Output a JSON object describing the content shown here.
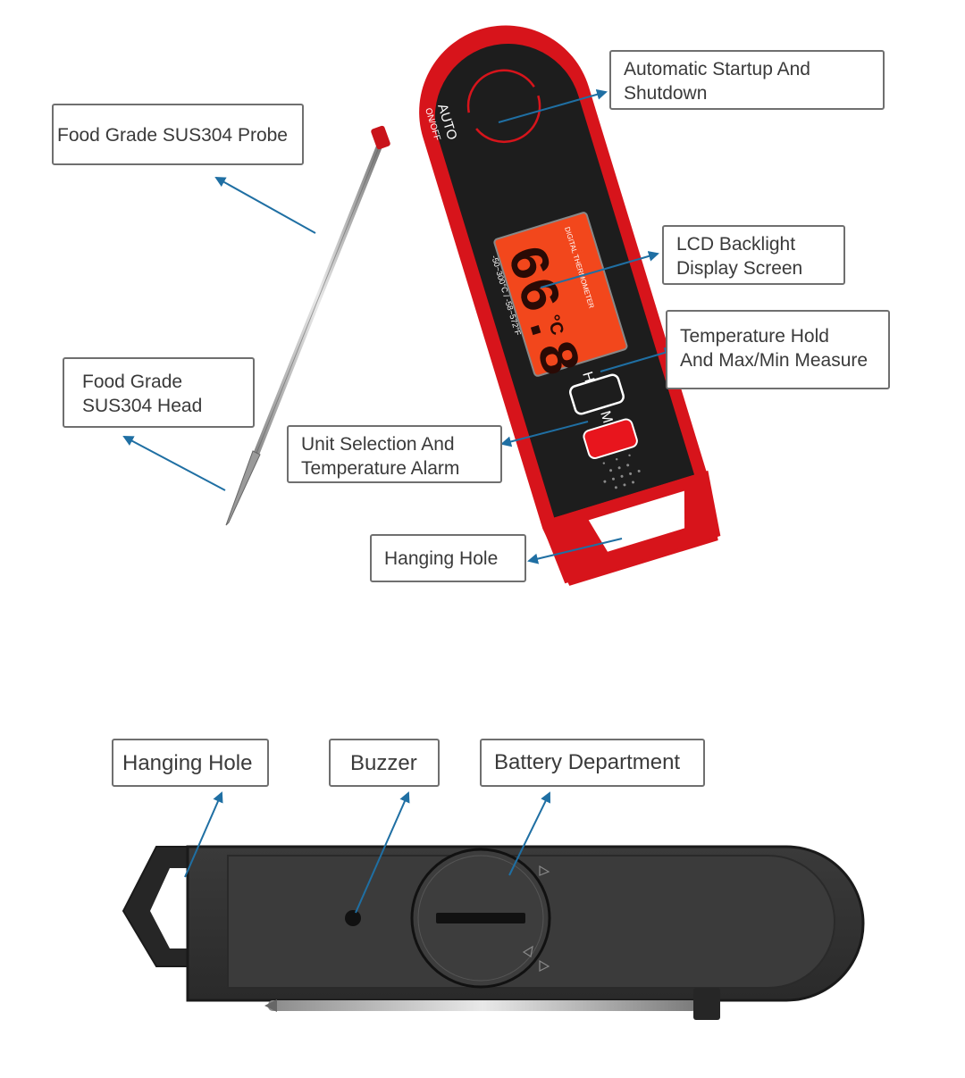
{
  "colors": {
    "body_red": "#d7141b",
    "face_black": "#1d1d1d",
    "lcd_orange": "#f2471c",
    "arrow_blue": "#1f6fa3",
    "box_border": "#6f6f6f"
  },
  "front_view": {
    "labels": {
      "auto_startup": "Automatic Startup And\nShutdown",
      "probe": "Food Grade SUS304 Probe",
      "lcd": "LCD Backlight\nDisplay Screen",
      "hold": "Temperature Hold\nAnd Max/Min Measure",
      "head": "Food Grade\nSUS304 Head",
      "unit": "Unit Selection And\nTemperature Alarm",
      "hole": "Hanging Hole"
    },
    "device": {
      "auto_text": "AUTO",
      "onoff_text": "ON/OFF",
      "reading": "66.8",
      "unit_symbol": "°C",
      "range_text": "-50~300°C / -58~572°F",
      "brand_text": "DIGITAL THERMOMETER",
      "button_h": "H",
      "button_m": "M"
    }
  },
  "back_view": {
    "labels": {
      "hole": "Hanging Hole",
      "buzzer": "Buzzer",
      "battery": "Battery Department"
    }
  }
}
